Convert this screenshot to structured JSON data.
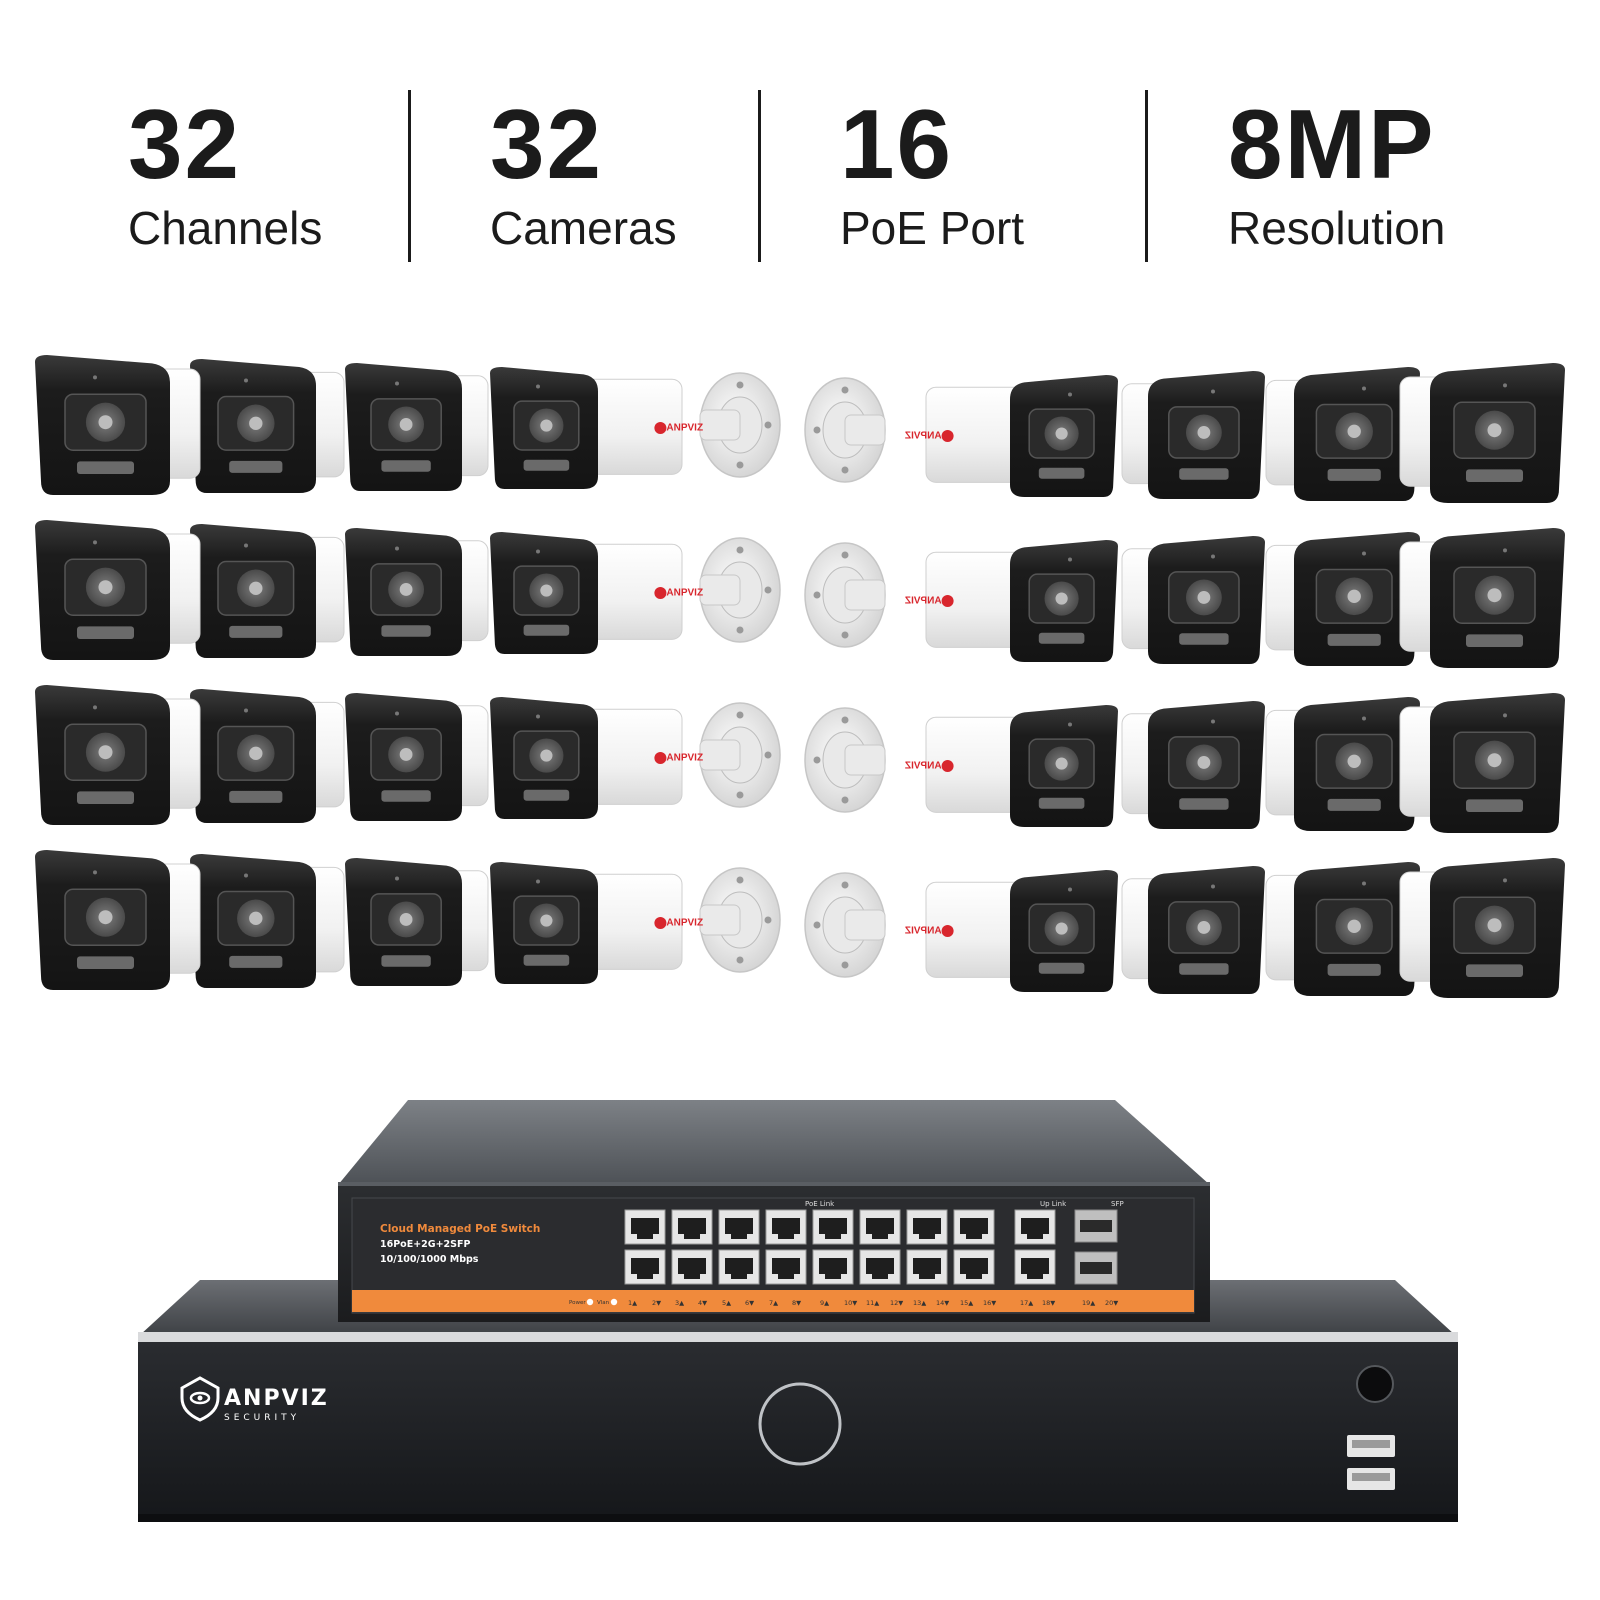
{
  "specs": [
    {
      "value": "32",
      "label": "Channels"
    },
    {
      "value": "32",
      "label": "Cameras"
    },
    {
      "value": "16",
      "label": "PoE Port"
    },
    {
      "value": "8MP",
      "label": "Resolution"
    }
  ],
  "camera_brand": "ANPVIZ",
  "switch": {
    "title": "Cloud Managed PoE Switch",
    "model": "16PoE+2G+2SFP",
    "speed": "10/100/1000 Mbps",
    "poe_link_label": "PoE Link",
    "uplink_label": "Up Link",
    "sfp_label": "SFP",
    "status_labels": [
      "Power",
      "Vlan"
    ],
    "port_labels": [
      "1▲",
      "2▼",
      "3▲",
      "4▼",
      "5▲",
      "6▼",
      "7▲",
      "8▼",
      "9▲",
      "10▼",
      "11▲",
      "12▼",
      "13▲",
      "14▼",
      "15▲",
      "16▼",
      "17▲",
      "18▼",
      "19▲",
      "20▼"
    ]
  },
  "nvr": {
    "brand": "ANPVIZ",
    "tagline": "SECURITY"
  },
  "colors": {
    "switch_accent": "#f08a3c",
    "camera_body": "#f4f4f4",
    "camera_hood": "#1e1e1e",
    "logo_red": "#d8262d"
  }
}
